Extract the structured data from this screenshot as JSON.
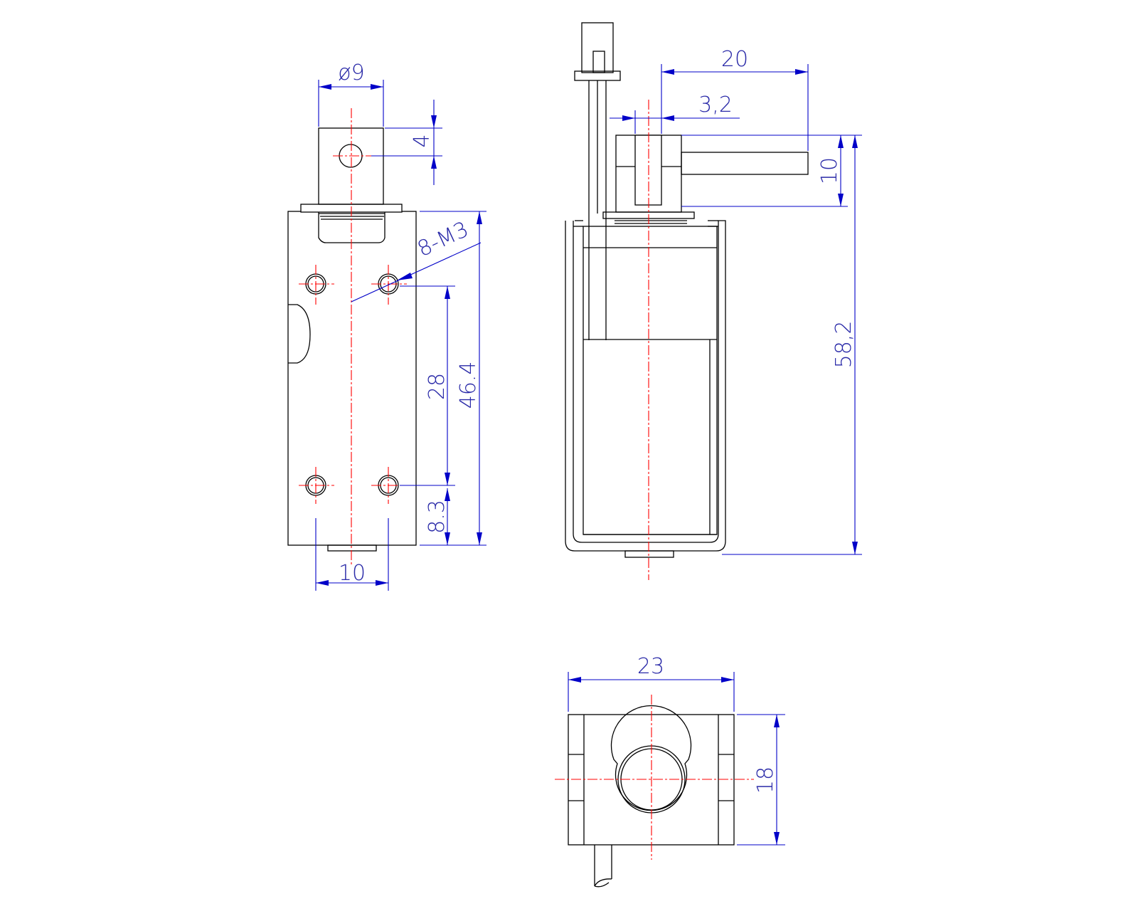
{
  "drawing": {
    "colors": {
      "outline": "#000000",
      "centerline": "#ff0000",
      "dimension": "#0000c8",
      "dimension_text": "#2a2aa8",
      "background": "#ffffff"
    },
    "front_view": {
      "dims": {
        "plunger_diameter": "ø9",
        "pin_hole_offset": "4",
        "mount_holes": "8-M3",
        "hole_spacing": "28",
        "body_length": "46.4",
        "hole_edge_offset": "8.3",
        "hole_width_spacing": "10"
      }
    },
    "side_view": {
      "dims": {
        "stroke_length": "20",
        "pin_offset": "3,2",
        "lever_height": "10",
        "overall_length": "58,2"
      }
    },
    "bottom_view": {
      "dims": {
        "body_width": "23",
        "body_height": "18"
      }
    }
  }
}
